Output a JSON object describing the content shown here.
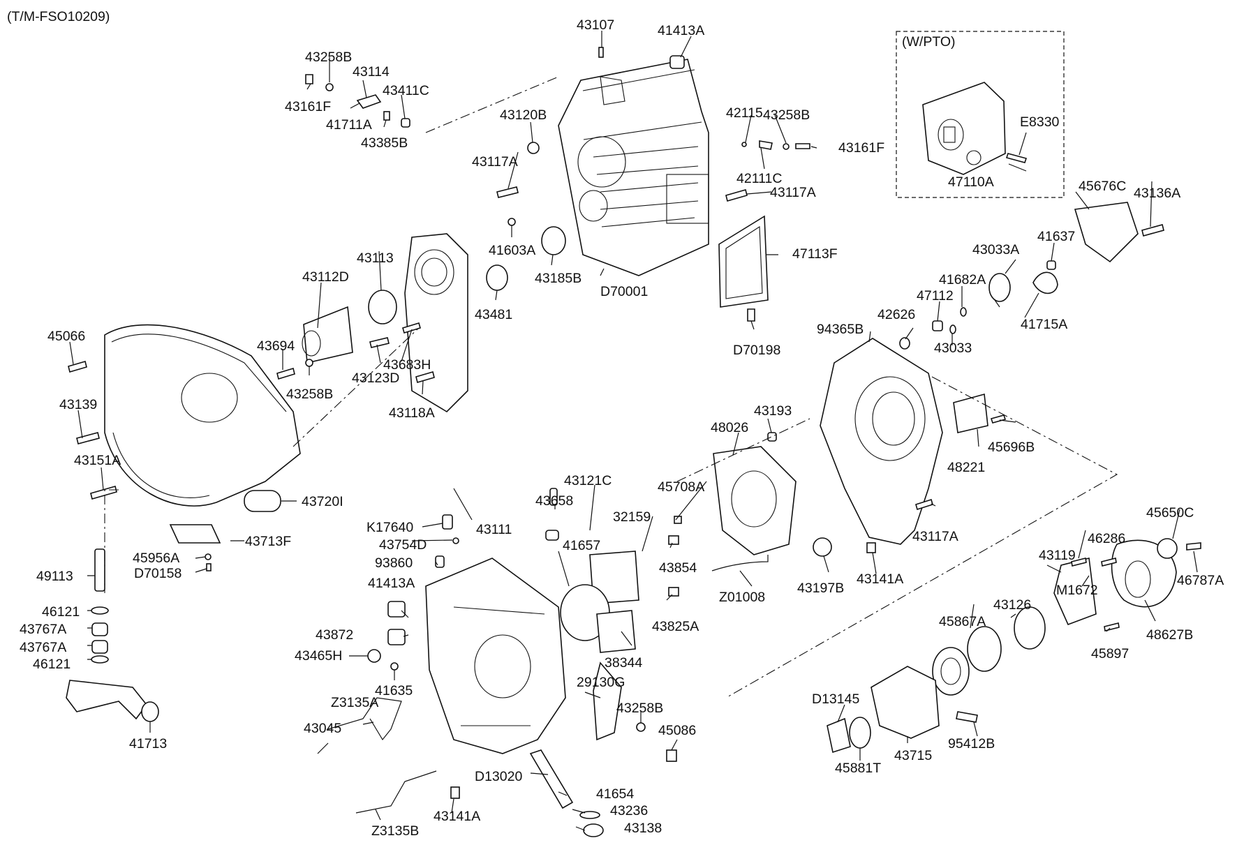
{
  "header": {
    "code": "(T/M-FSO10209)"
  },
  "pto_box": {
    "title": "(W/PTO)"
  },
  "labels": {
    "p43107": "43107",
    "p41413A_top": "41413A",
    "p43258B_tl": "43258B",
    "p43114": "43114",
    "p43411C": "43411C",
    "p43161F_tl": "43161F",
    "p41711A": "41711A",
    "p43385B": "43385B",
    "p43120B": "43120B",
    "p42115": "42115",
    "p43258B_tr": "43258B",
    "p43161F_tr": "43161F",
    "p43117A_tl": "43117A",
    "p42111C": "42111C",
    "p43117A_tr": "43117A",
    "p41603A": "41603A",
    "p47113F": "47113F",
    "p43185B": "43185B",
    "p43113": "43113",
    "p43112D": "43112D",
    "p43481": "43481",
    "p70001": "D70001",
    "p70198": "D70198",
    "p45066": "45066",
    "p43694": "43694",
    "p43683H": "43683H",
    "p43123D": "43123D",
    "p43258B_ml": "43258B",
    "p43118A": "43118A",
    "p43139": "43139",
    "p43151A": "43151A",
    "p43720I": "43720I",
    "p43713F": "43713F",
    "p45956A": "45956A",
    "p70158": "D70158",
    "p49113": "49113",
    "p46121_a": "46121",
    "p43767A_a": "43767A",
    "p43767A_b": "43767A",
    "p46121_b": "46121",
    "p41713": "41713",
    "pE8330": "E8330",
    "p47110A": "47110A",
    "p45676C": "45676C",
    "p43136A": "43136A",
    "p41637": "41637",
    "p43033A": "43033A",
    "p41682A": "41682A",
    "p47112": "47112",
    "p42626": "42626",
    "p43033": "43033",
    "p41715A": "41715A",
    "p94365B": "94365B",
    "p43193": "43193",
    "p48026": "48026",
    "p45696B": "45696B",
    "p48221": "48221",
    "p45708A": "45708A",
    "p43117A_mr": "43117A",
    "p43121C": "43121C",
    "p43658": "43658",
    "p32159": "32159",
    "pK17640": "K17640",
    "p43111": "43111",
    "p43754D": "43754D",
    "p41657": "41657",
    "p93860": "93860",
    "p43854": "43854",
    "p41413A_mid": "41413A",
    "p43872": "43872",
    "p43465H": "43465H",
    "p43825A": "43825A",
    "p38344": "38344",
    "p41635": "41635",
    "pZ01008": "Z01008",
    "p43197B": "43197B",
    "p43141A_mr": "43141A",
    "p45650C": "45650C",
    "p46286": "46286",
    "p43119": "43119",
    "p46787A": "46787A",
    "pM1672": "M1672",
    "p43126": "43126",
    "p45867A": "45867A",
    "p48627B": "48627B",
    "p45897": "45897",
    "pZ3135A": "Z3135A",
    "p29130G": "29130G",
    "p43258B_bm": "43258B",
    "p43045": "43045",
    "p45086": "45086",
    "pD13020": "D13020",
    "p41654": "41654",
    "p43236": "43236",
    "p43138": "43138",
    "pZ3135B": "Z3135B",
    "p43141A_b": "43141A",
    "pD13145": "D13145",
    "p45881T": "45881T",
    "p43715": "43715",
    "p95412B": "95412B"
  }
}
